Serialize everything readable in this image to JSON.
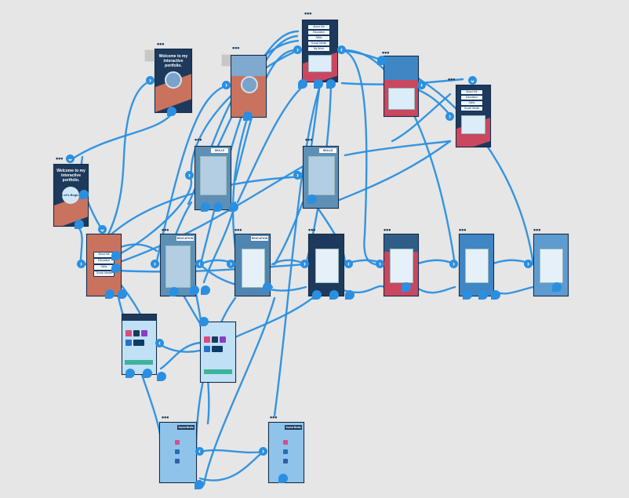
{
  "canvas": {
    "board_menu_symbol": "•••",
    "colors": {
      "background": "#e6e6e6",
      "wire": "#2a8fe0",
      "board": "#1d3a5c",
      "accent": "#c9735f"
    }
  },
  "boards": {
    "welcome_a": {
      "title": "Welcome to my interactive portfolio."
    },
    "welcome_b": {
      "title": "Welcome to my interactive portfolio.",
      "button": "Let's Begin"
    },
    "menu_left": {
      "items": [
        "About Me",
        "Education",
        "Skills",
        "Social Media"
      ]
    },
    "menu_top": {
      "items": [
        "About Me",
        "Education",
        "Skills",
        "Social Media",
        "My Work"
      ]
    },
    "menu_right": {
      "items": [
        "About Me",
        "Education",
        "Skills",
        "Social Media"
      ]
    },
    "skills_a": {
      "header": "SKILLS"
    },
    "skills_b": {
      "header": "SKILLS"
    },
    "social_a": {
      "header": "Social Media"
    },
    "social_b": {
      "header": "Social Media"
    },
    "edu_a": {
      "header": "EDUCATION"
    },
    "edu_b": {
      "header": "EDUCATION"
    }
  },
  "icons": {
    "nav_next": "chevron-right-icon",
    "nav_prev": "chevron-left-icon",
    "nav_down": "chevron-down-icon"
  }
}
